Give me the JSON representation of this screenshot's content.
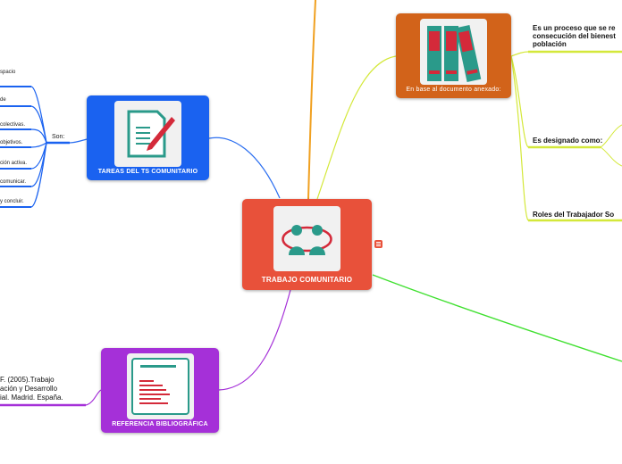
{
  "central": {
    "label": "TRABAJO COMUNITARIO",
    "icon": "two-people-circle-icon",
    "color": "#e8513a"
  },
  "tareas": {
    "label": "TAREAS DEL TS COMUNITARIO",
    "icon": "document-pen-icon",
    "color": "#1a62f0",
    "connector": "Son:",
    "items": [
      "spacio",
      "de",
      "colectivas.",
      "objetivos.",
      "ción activa.",
      "comunicar.",
      "y concluir."
    ]
  },
  "documento": {
    "label": "En base al documento anexado:",
    "icon": "binders-icon",
    "color": "#d2631a",
    "items": [
      {
        "lines": [
          "Es un proceso que se re",
          "consecución del bienest",
          "población"
        ]
      },
      {
        "lines": [
          "Es designado como:"
        ]
      },
      {
        "lines": [
          "Roles del Trabajador So"
        ]
      }
    ]
  },
  "referencia": {
    "label": "REFERENCIA BIBLIOGRÁFICA",
    "icon": "book-list-icon",
    "color": "#a530d8",
    "text": [
      "F. (2005).Trabajo",
      "ación y Desarrollo",
      "ial. Madrid. España."
    ]
  },
  "badge_icon": "notes-icon"
}
